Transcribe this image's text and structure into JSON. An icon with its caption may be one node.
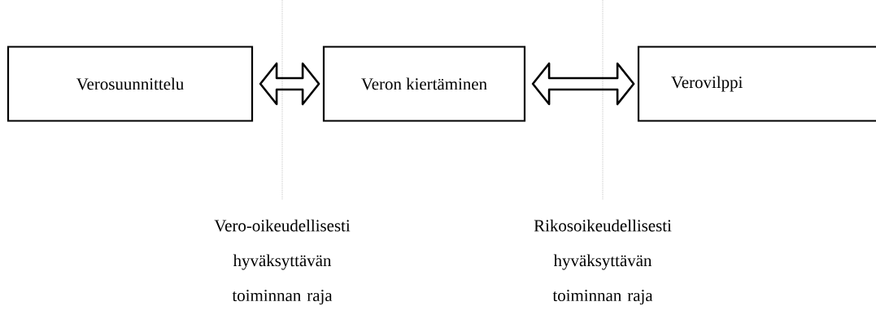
{
  "diagram": {
    "nodes": [
      {
        "text": [
          "Verosuunnittelu"
        ]
      },
      {
        "text": [
          "Veron kiertäminen"
        ]
      },
      {
        "text": [
          "Verovilppi"
        ]
      }
    ],
    "edges": [
      {
        "from": 0,
        "to": 1,
        "arrow": "both"
      },
      {
        "from": 1,
        "to": 2,
        "arrow": "both"
      }
    ],
    "labels": [
      "Vero-oikeudellisesti hyväksyttävän toiminnan raja",
      "Rikosoikeudellisesti hyväksyttävän toiminnan raja"
    ]
  }
}
